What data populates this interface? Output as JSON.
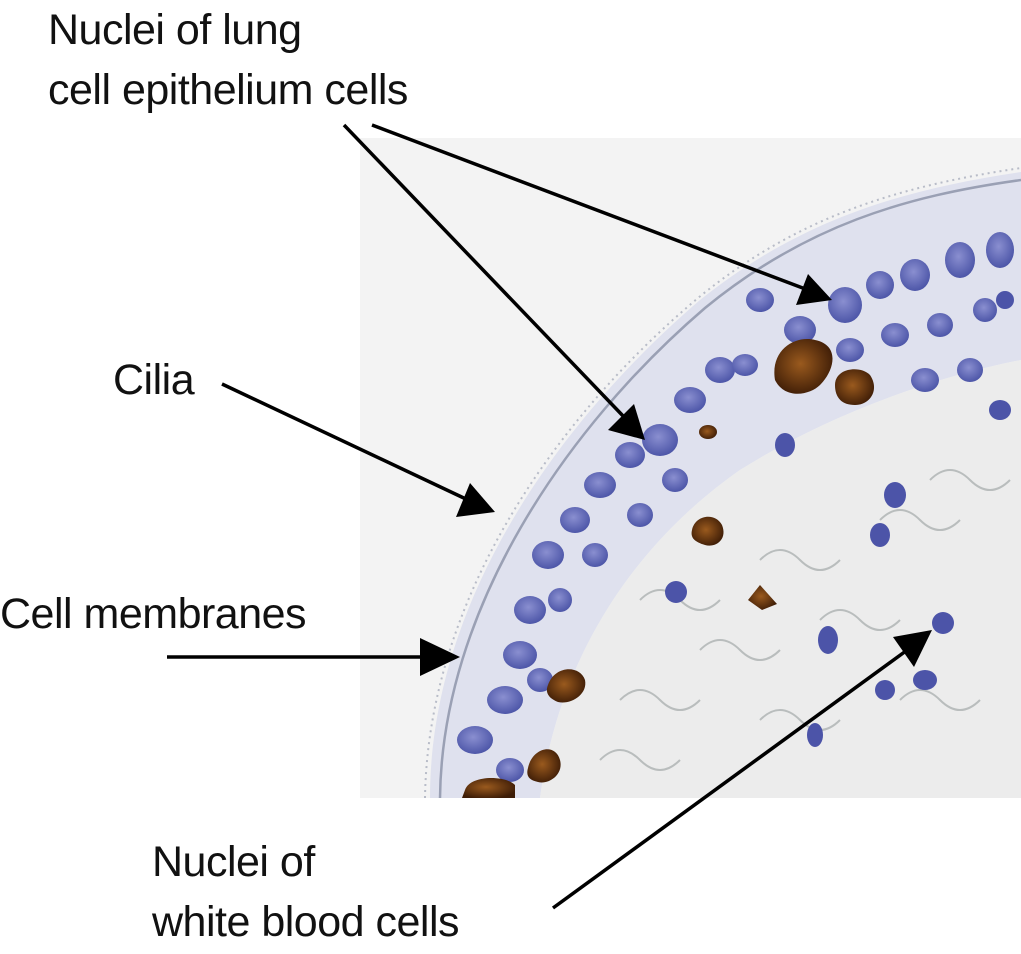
{
  "labels": {
    "lung_nuclei_line1": "Nuclei of lung",
    "lung_nuclei_line2": "cell epithelium cells",
    "cilia": "Cilia",
    "cell_membranes": "Cell membranes",
    "wbc_nuclei_line1": "Nuclei of",
    "wbc_nuclei_line2": "white blood cells"
  },
  "colors": {
    "text": "#111111",
    "arrow": "#000000",
    "background_tissue": "#f2f2f2",
    "nucleus_blue": "#5a62b3",
    "stain_brown": "#5a2c0c"
  }
}
